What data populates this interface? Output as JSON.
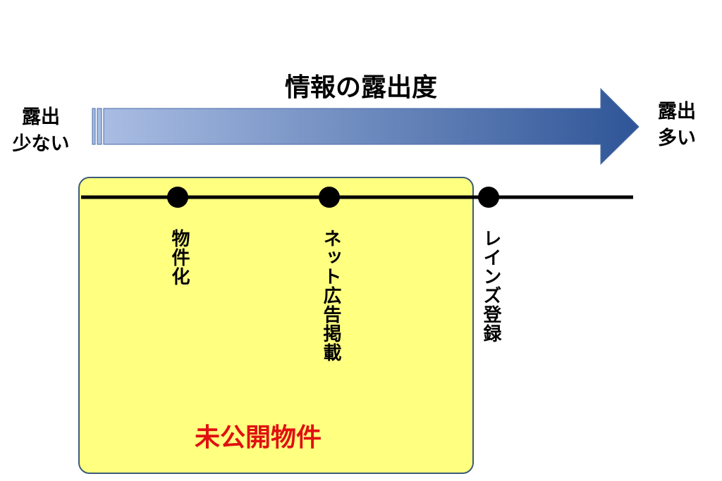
{
  "title": "情報の露出度",
  "left_label": {
    "line1": "露出",
    "line2": "少ない"
  },
  "right_label": {
    "line1": "露出",
    "line2": "多い"
  },
  "milestones": [
    {
      "label": "物件化"
    },
    {
      "label": "ネット広告掲載"
    },
    {
      "label": "レインズ登録"
    }
  ],
  "box_label": "未公開物件",
  "colors": {
    "arrow_start": "#a9bde3",
    "arrow_end": "#2f5597",
    "box_fill": "#ffff80",
    "box_stroke": "#3b5b78",
    "box_label": "#e01010"
  }
}
